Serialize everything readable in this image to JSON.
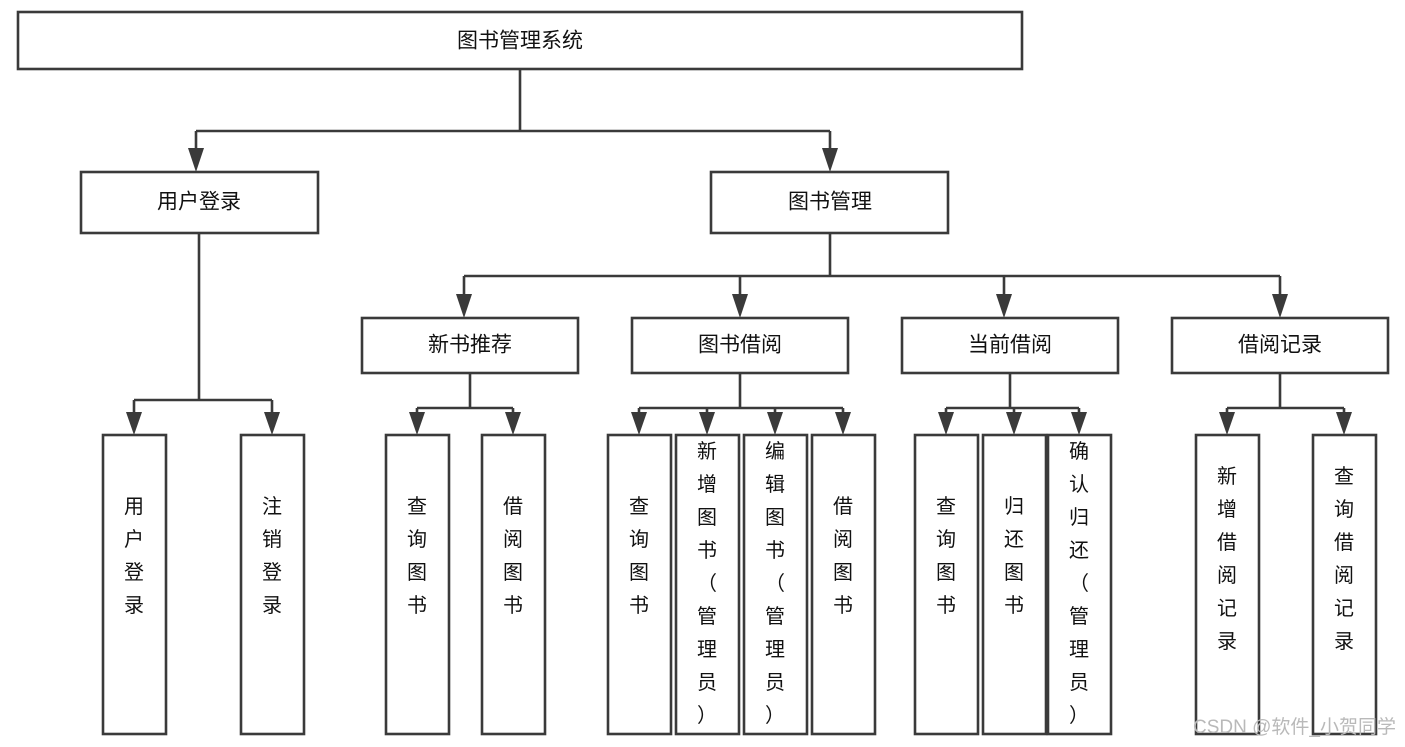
{
  "diagram": {
    "type": "tree-hierarchy-chart",
    "title": "图书管理系统",
    "orientation": "top-down",
    "watermark": "CSDN @软件_小贺同学",
    "colors": {
      "background": "#ffffff",
      "box_fill": "#ffffff",
      "box_stroke": "#3a3a3a",
      "connector": "#3a3a3a",
      "label_text": "#111111",
      "watermark_text": "#b9b9b9"
    },
    "root": {
      "id": "root",
      "label": "图书管理系统",
      "orientation": "horizontal"
    },
    "level2": [
      {
        "id": "user-login",
        "label": "用户登录",
        "orientation": "horizontal"
      },
      {
        "id": "book-manage",
        "label": "图书管理",
        "orientation": "horizontal"
      }
    ],
    "level3": [
      {
        "id": "new-book-recommend",
        "label": "新书推荐",
        "orientation": "horizontal"
      },
      {
        "id": "book-borrow",
        "label": "图书借阅",
        "orientation": "horizontal"
      },
      {
        "id": "current-borrow",
        "label": "当前借阅",
        "orientation": "horizontal"
      },
      {
        "id": "borrow-record",
        "label": "借阅记录",
        "orientation": "horizontal"
      }
    ],
    "leaves": {
      "user-login": [
        {
          "id": "leaf-user-login",
          "label": "用户登录",
          "orientation": "vertical"
        },
        {
          "id": "leaf-logout-login",
          "label": "注销登录",
          "orientation": "vertical"
        }
      ],
      "new-book-recommend": [
        {
          "id": "leaf-query-book-1",
          "label": "查询图书",
          "orientation": "vertical"
        },
        {
          "id": "leaf-borrow-book-1",
          "label": "借阅图书",
          "orientation": "vertical"
        }
      ],
      "book-borrow": [
        {
          "id": "leaf-query-book-2",
          "label": "查询图书",
          "orientation": "vertical"
        },
        {
          "id": "leaf-add-book",
          "label": "新增图书（管理员）",
          "orientation": "vertical"
        },
        {
          "id": "leaf-edit-book",
          "label": "编辑图书（管理员）",
          "orientation": "vertical"
        },
        {
          "id": "leaf-borrow-book-2",
          "label": "借阅图书",
          "orientation": "vertical"
        }
      ],
      "current-borrow": [
        {
          "id": "leaf-query-book-3",
          "label": "查询图书",
          "orientation": "vertical"
        },
        {
          "id": "leaf-return-book",
          "label": "归还图书",
          "orientation": "vertical"
        },
        {
          "id": "leaf-confirm-return",
          "label": "确认归还（管理员）",
          "orientation": "vertical"
        }
      ],
      "borrow-record": [
        {
          "id": "leaf-add-record",
          "label": "新增借阅记录",
          "orientation": "vertical"
        },
        {
          "id": "leaf-query-record",
          "label": "查询借阅记录",
          "orientation": "vertical"
        }
      ]
    },
    "edges": [
      {
        "from": "root",
        "to": "user-login"
      },
      {
        "from": "root",
        "to": "book-manage"
      },
      {
        "from": "book-manage",
        "to": "new-book-recommend"
      },
      {
        "from": "book-manage",
        "to": "book-borrow"
      },
      {
        "from": "book-manage",
        "to": "current-borrow"
      },
      {
        "from": "book-manage",
        "to": "borrow-record"
      },
      {
        "from": "user-login",
        "to": "leaf-user-login"
      },
      {
        "from": "user-login",
        "to": "leaf-logout-login"
      },
      {
        "from": "new-book-recommend",
        "to": "leaf-query-book-1"
      },
      {
        "from": "new-book-recommend",
        "to": "leaf-borrow-book-1"
      },
      {
        "from": "book-borrow",
        "to": "leaf-query-book-2"
      },
      {
        "from": "book-borrow",
        "to": "leaf-add-book"
      },
      {
        "from": "book-borrow",
        "to": "leaf-edit-book"
      },
      {
        "from": "book-borrow",
        "to": "leaf-borrow-book-2"
      },
      {
        "from": "current-borrow",
        "to": "leaf-query-book-3"
      },
      {
        "from": "current-borrow",
        "to": "leaf-return-book"
      },
      {
        "from": "current-borrow",
        "to": "leaf-confirm-return"
      },
      {
        "from": "borrow-record",
        "to": "leaf-add-record"
      },
      {
        "from": "borrow-record",
        "to": "leaf-query-record"
      }
    ]
  }
}
